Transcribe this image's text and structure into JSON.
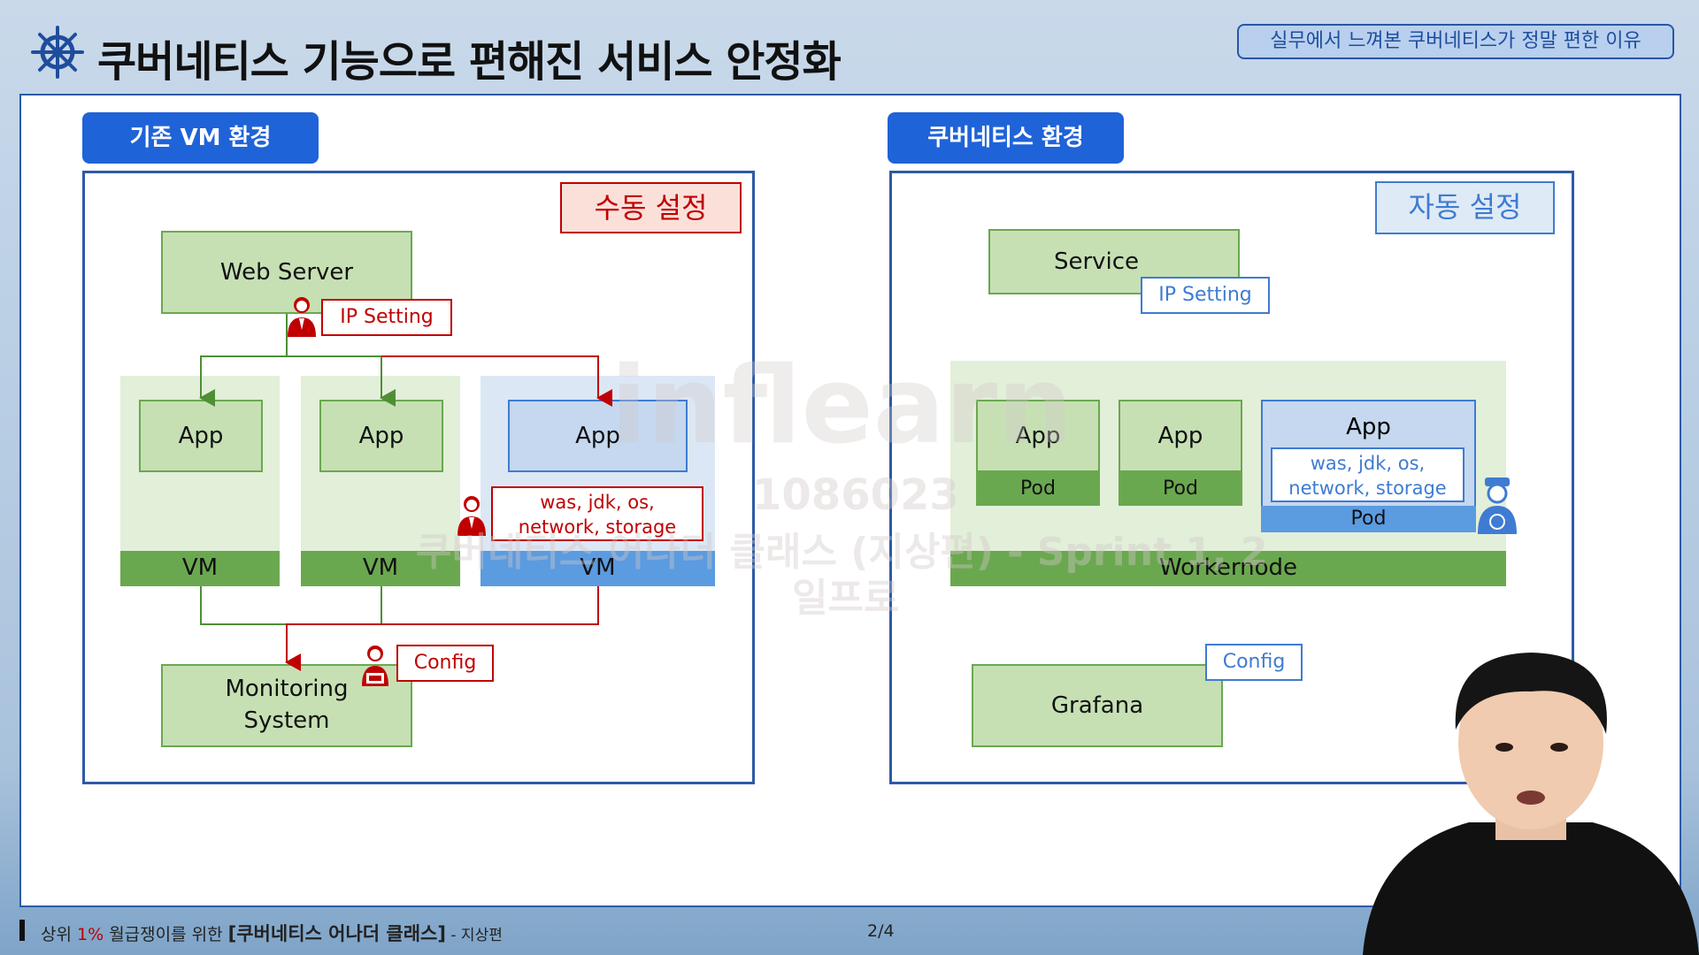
{
  "header": {
    "title": "쿠버네티스 기능으로 편해진 서비스 안정화",
    "subtitle": "실무에서 느껴본 쿠버네티스가 정말 편한 이유",
    "logo_icon": "helm-wheel-icon"
  },
  "left": {
    "tab": "기존 VM 환경",
    "mode": "수동 설정",
    "web_server": "Web Server",
    "ip_setting": "IP Setting",
    "app1": "App",
    "app2": "App",
    "app3": "App",
    "was_label": "was, jdk, os, network, storage",
    "vm1": "VM",
    "vm2": "VM",
    "vm3": "VM",
    "monitoring": "Monitoring System",
    "config": "Config"
  },
  "right": {
    "tab": "쿠버네티스 환경",
    "mode": "자동 설정",
    "service": "Service",
    "ip_setting": "IP Setting",
    "app1": "App",
    "app2": "App",
    "app3": "App",
    "pod1": "Pod",
    "pod2": "Pod",
    "pod3": "Pod",
    "was_label": "was, jdk, os, network, storage",
    "workernode": "Workernode",
    "grafana": "Grafana",
    "config": "Config"
  },
  "footer": {
    "prefix": "상위 ",
    "highlight": "1%",
    "mid": " 월급쟁이를 위한 ",
    "course": "[쿠버네티스 어나더 클래스]",
    "edition": " - 지상편",
    "page": "2/4"
  },
  "watermark": {
    "brand": "inflearn",
    "id": "1086023",
    "course": "쿠버네티스 어나더 클래스 (지상편) - Sprint 1, 2",
    "author": "일프로"
  },
  "colors": {
    "accent_blue": "#1f63d8",
    "manual_red": "#c00000",
    "node_green": "#6aa84f",
    "auto_blue": "#3f7bd2"
  }
}
